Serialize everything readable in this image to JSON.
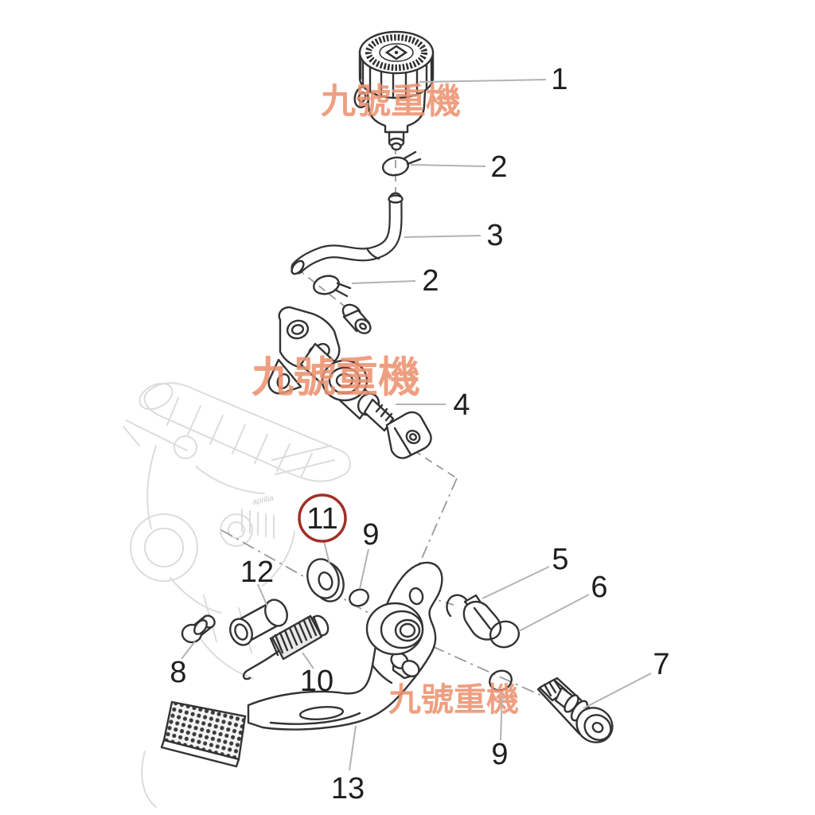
{
  "diagram": {
    "type": "exploded-parts-diagram",
    "subject": "rear-brake-master-cylinder-and-pedal-assembly",
    "watermark": {
      "text": "九號重機",
      "color": "#EC9270"
    },
    "background_brand": "aprilia",
    "colors": {
      "line_art": "#333333",
      "faint_background": "#dcdcdc",
      "leader_line": "#b3b3b3",
      "center_line": "#9a9a9a",
      "label_text": "#1f1f1f",
      "highlight_circle": "#A12F28",
      "page_background": "#ffffff"
    },
    "callouts": [
      {
        "id": "callout-1",
        "num": "1"
      },
      {
        "id": "callout-2-upper",
        "num": "2"
      },
      {
        "id": "callout-3",
        "num": "3"
      },
      {
        "id": "callout-2-lower",
        "num": "2"
      },
      {
        "id": "callout-4",
        "num": "4"
      },
      {
        "id": "callout-11",
        "num": "11",
        "circled": true
      },
      {
        "id": "callout-9-upper",
        "num": "9"
      },
      {
        "id": "callout-12",
        "num": "12"
      },
      {
        "id": "callout-5",
        "num": "5"
      },
      {
        "id": "callout-6",
        "num": "6"
      },
      {
        "id": "callout-8",
        "num": "8"
      },
      {
        "id": "callout-10",
        "num": "10"
      },
      {
        "id": "callout-7",
        "num": "7"
      },
      {
        "id": "callout-9-lower",
        "num": "9"
      },
      {
        "id": "callout-13",
        "num": "13"
      }
    ]
  }
}
